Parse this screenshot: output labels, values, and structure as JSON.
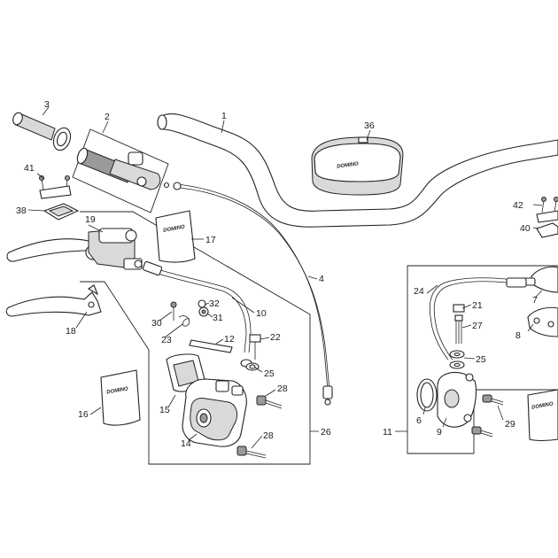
{
  "diagram": {
    "brand_mark": "DOMINO",
    "callouts": [
      {
        "id": "c1",
        "text": "1"
      },
      {
        "id": "c2",
        "text": "2"
      },
      {
        "id": "c3",
        "text": "3"
      },
      {
        "id": "c4",
        "text": "4"
      },
      {
        "id": "c6",
        "text": "6"
      },
      {
        "id": "c7",
        "text": "7"
      },
      {
        "id": "c8",
        "text": "8"
      },
      {
        "id": "c9",
        "text": "9"
      },
      {
        "id": "c10",
        "text": "10"
      },
      {
        "id": "c11",
        "text": "11"
      },
      {
        "id": "c12",
        "text": "12"
      },
      {
        "id": "c14",
        "text": "14"
      },
      {
        "id": "c15",
        "text": "15"
      },
      {
        "id": "c16",
        "text": "16"
      },
      {
        "id": "c17",
        "text": "17"
      },
      {
        "id": "c18",
        "text": "18"
      },
      {
        "id": "c19",
        "text": "19"
      },
      {
        "id": "c21",
        "text": "21"
      },
      {
        "id": "c22",
        "text": "22"
      },
      {
        "id": "c23",
        "text": "23"
      },
      {
        "id": "c24",
        "text": "24"
      },
      {
        "id": "c25a",
        "text": "25"
      },
      {
        "id": "c25b",
        "text": "25"
      },
      {
        "id": "c26",
        "text": "26"
      },
      {
        "id": "c27",
        "text": "27"
      },
      {
        "id": "c28a",
        "text": "28"
      },
      {
        "id": "c28b",
        "text": "28"
      },
      {
        "id": "c29",
        "text": "29"
      },
      {
        "id": "c30",
        "text": "30"
      },
      {
        "id": "c31",
        "text": "31"
      },
      {
        "id": "c32",
        "text": "32"
      },
      {
        "id": "c36",
        "text": "36"
      },
      {
        "id": "c38",
        "text": "38"
      },
      {
        "id": "c40",
        "text": "40"
      },
      {
        "id": "c41",
        "text": "41"
      },
      {
        "id": "c42",
        "text": "42"
      }
    ]
  }
}
